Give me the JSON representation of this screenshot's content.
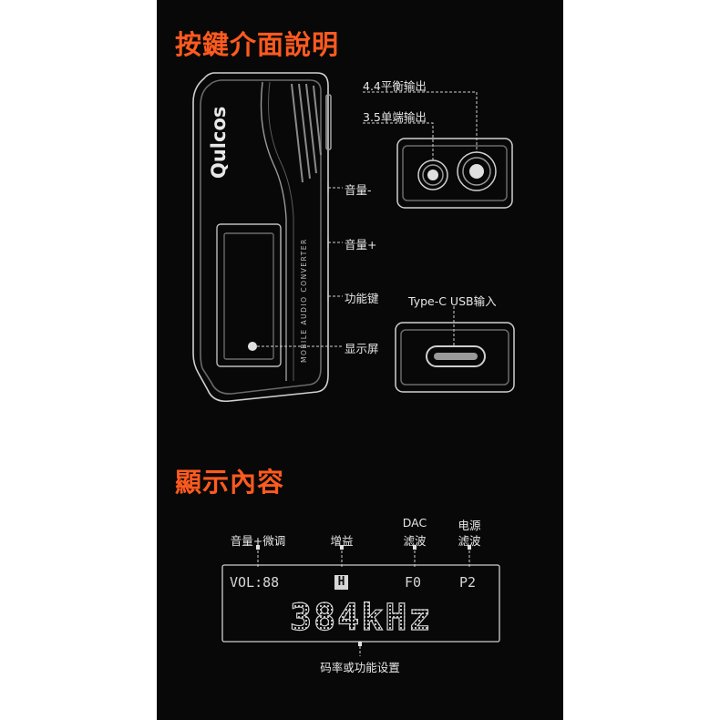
{
  "section1": {
    "title": "按鍵介面說明",
    "brand": "Qulcos",
    "vertical_text": "MOBILE AUDIO CONVERTER",
    "labels": {
      "balanced_out": "4.4平衡输出",
      "se_out": "3.5单端输出",
      "vol_down": "音量-",
      "vol_up": "音量+",
      "function_key": "功能键",
      "display": "显示屏",
      "usb_in": "Type-C USB输入"
    }
  },
  "section2": {
    "title": "顯示內容",
    "labels": {
      "volume": "音量+微调",
      "gain": "增益",
      "dac_filter_1": "DAC",
      "dac_filter_2": "滤波",
      "power_1": "电源",
      "power_2": "滤波",
      "rate": "码率或功能设置"
    },
    "lcd": {
      "vol": "VOL:88",
      "gain": "H",
      "filter": "F0",
      "power": "P2",
      "rate": "384kHz"
    }
  },
  "colors": {
    "background": "#080808",
    "accent": "#ff5a1f",
    "line": "#d0d0d0",
    "text": "#e6e6e6"
  }
}
